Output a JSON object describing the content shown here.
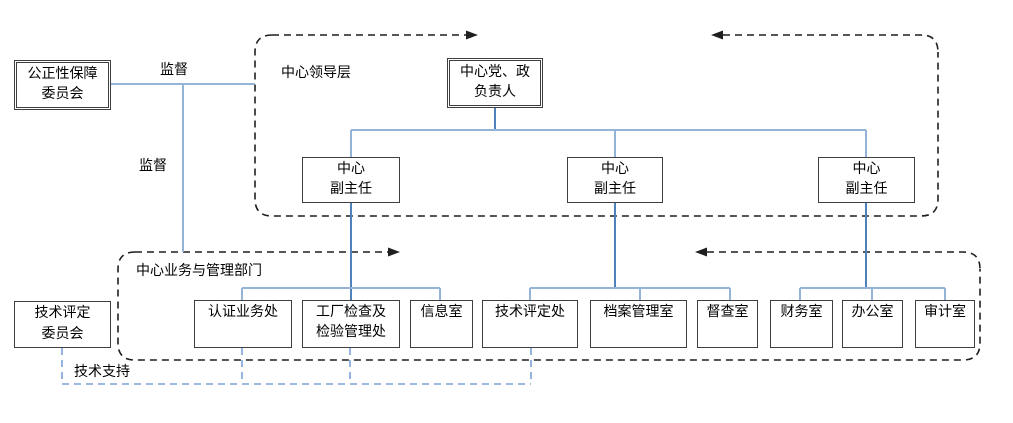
{
  "groups": {
    "leadership": {
      "label": "中心领导层"
    },
    "business": {
      "label": "中心业务与管理部门"
    }
  },
  "edge_labels": {
    "supervise_top": "监督",
    "supervise_side": "监督",
    "tech_support": "技术支持"
  },
  "nodes": {
    "fairness_committee": {
      "label": "公正性保障\n委员会"
    },
    "party_gov_head": {
      "label": "中心党、政\n负责人"
    },
    "tech_eval_committee": {
      "label": "技术评定\n委员会"
    }
  },
  "deputies": [
    {
      "label": "中心\n副主任"
    },
    {
      "label": "中心\n副主任"
    },
    {
      "label": "中心\n副主任"
    }
  ],
  "departments": [
    {
      "label": "认证业务处"
    },
    {
      "label": "工厂检查及\n检验管理处"
    },
    {
      "label": "信息室"
    },
    {
      "label": "技术评定处"
    },
    {
      "label": "档案管理室"
    },
    {
      "label": "督查室"
    },
    {
      "label": "财务室"
    },
    {
      "label": "办公室"
    },
    {
      "label": "审计室"
    }
  ],
  "theme": {
    "connector_light": "#95b3d7",
    "connector_dark": "#4f81bd",
    "dashed_support": "#7da1d8",
    "container_border": "#1f1f1f",
    "box_border": "#3f3f3f",
    "background": "#ffffff"
  }
}
